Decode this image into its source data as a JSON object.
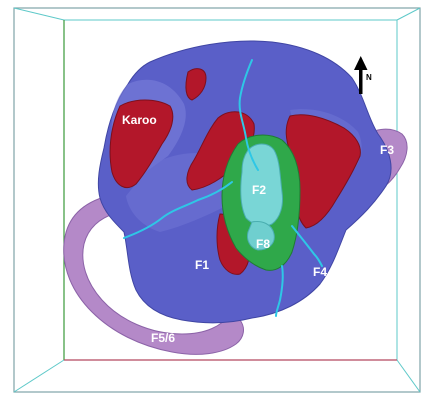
{
  "labels": {
    "karoo": "Karoo",
    "f1": "F1",
    "f2": "F2",
    "f3": "F3",
    "f4": "F4",
    "f5_6": "F5/6",
    "f8": "F8"
  },
  "north_arrow": {
    "label": "N"
  },
  "colors": {
    "main_body": "#5a5fc8",
    "red_bodies": "#b3172a",
    "green_body": "#2fa84a",
    "cyan_body": "#79d6d6",
    "violet_bodies": "#b489c8",
    "cyan_lines": "#2ec7e6",
    "box_frame": "#5ec9c9",
    "box_floor_line": "#b5485f",
    "box_left_edge": "#3a9a3a"
  }
}
